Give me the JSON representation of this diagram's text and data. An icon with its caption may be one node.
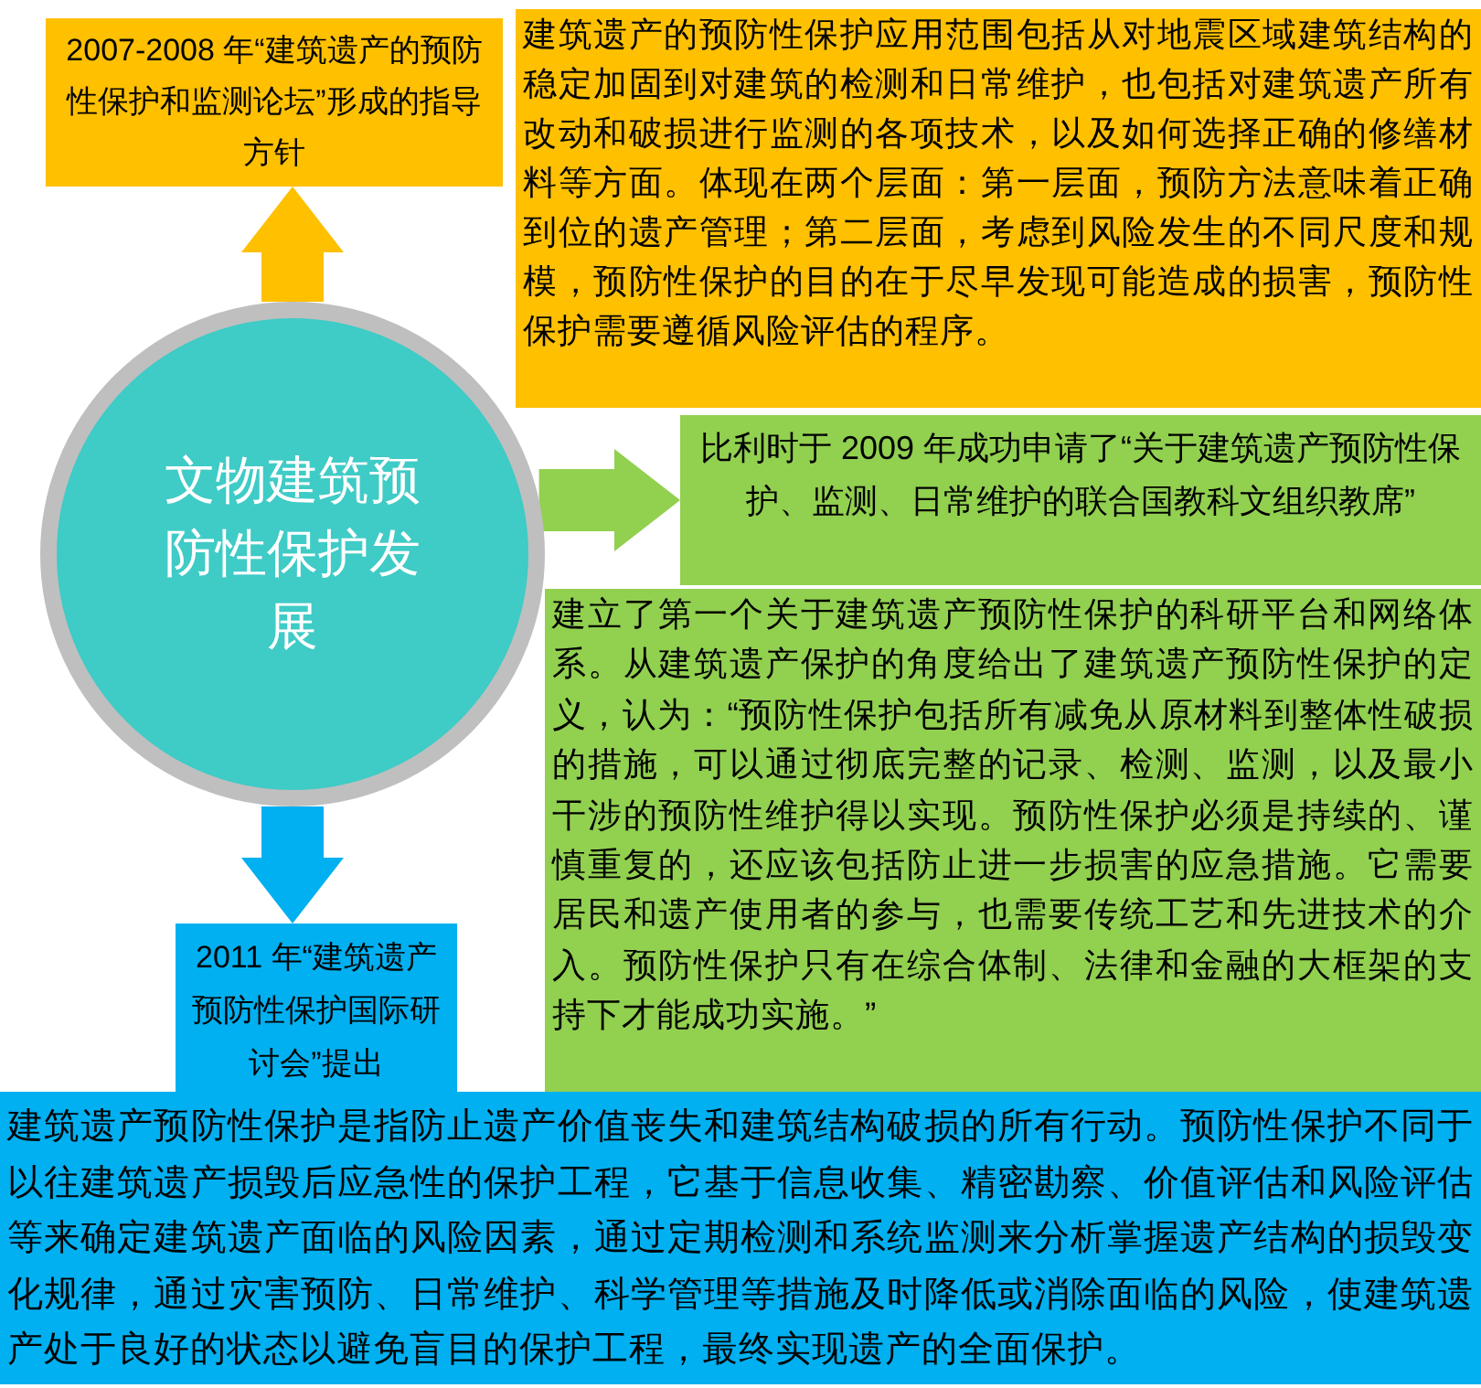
{
  "diagram": {
    "nodes": [
      {
        "text": [
          "文物建筑预防性保护发展"
        ]
      },
      {
        "text": [
          "2007-2008 年“建筑遗产的预防性保护和监测论坛”形成的指导方针"
        ]
      },
      {
        "text": [
          "建筑遗产的预防性保护应用范围包括从对地震区域建筑结构的稳定加固到对建筑的检测和日常维护，也包括对建筑遗产所有改动和破损进行监测的各项技术，以及如何选择正确的修缮材料等方面。体现在两个层面：第一层面，预防方法意味着正确到位的遗产管理；第二层面，考虑到风险发生的不同尺度和规模，预防性保护的目的在于尽早发现可能造成的损害，预防性保护需要遵循风险评估的程序。"
        ]
      },
      {
        "text": [
          "比利时于 2009 年成功申请了“关于建筑遗产预防性保护、监测、日常维护的联合国教科文组织教席”"
        ]
      },
      {
        "text": [
          "建立了第一个关于建筑遗产预防性保护的科研平台和网络体系。从建筑遗产保护的角度给出了建筑遗产预防性保护的定义，认为：“预防性保护包括所有减免从原材料到整体性破损的措施，可以通过彻底完整的记录、检测、监测，以及最小干涉的预防性维护得以实现。预防性保护必须是持续的、谨慎重复的，还应该包括防止进一步损害的应急措施。它需要居民和遗产使用者的参与，也需要传统工艺和先进技术的介入。预防性保护只有在综合体制、法律和金融的大框架的支持下才能成功实施。”"
        ]
      },
      {
        "text": [
          "2011 年“建筑遗产预防性保护国际研讨会”提出"
        ]
      },
      {
        "text": [
          "建筑遗产预防性保护是指防止遗产价值丧失和建筑结构破损的所有行动。预防性保护不同于以往建筑遗产损毁后应急性的保护工程，它基于信息收集、精密勘察、价值评估和风险评估等来确定建筑遗产面临的风险因素，通过定期检测和系统监测来分析掌握遗产结构的损毁变化规律，通过灾害预防、日常维护、科学管理等措施及时降低或消除面临的风险，使建筑遗产处于良好的状态以避免盲目的保护工程，最终实现遗产的全面保护。"
        ]
      }
    ],
    "edges": [
      {
        "from": 0,
        "to": 1,
        "arrow": "to",
        "color": "#ffc000"
      },
      {
        "from": 0,
        "to": 3,
        "arrow": "to",
        "color": "#92d050"
      },
      {
        "from": 0,
        "to": 5,
        "arrow": "to",
        "color": "#00b0f0"
      }
    ]
  }
}
